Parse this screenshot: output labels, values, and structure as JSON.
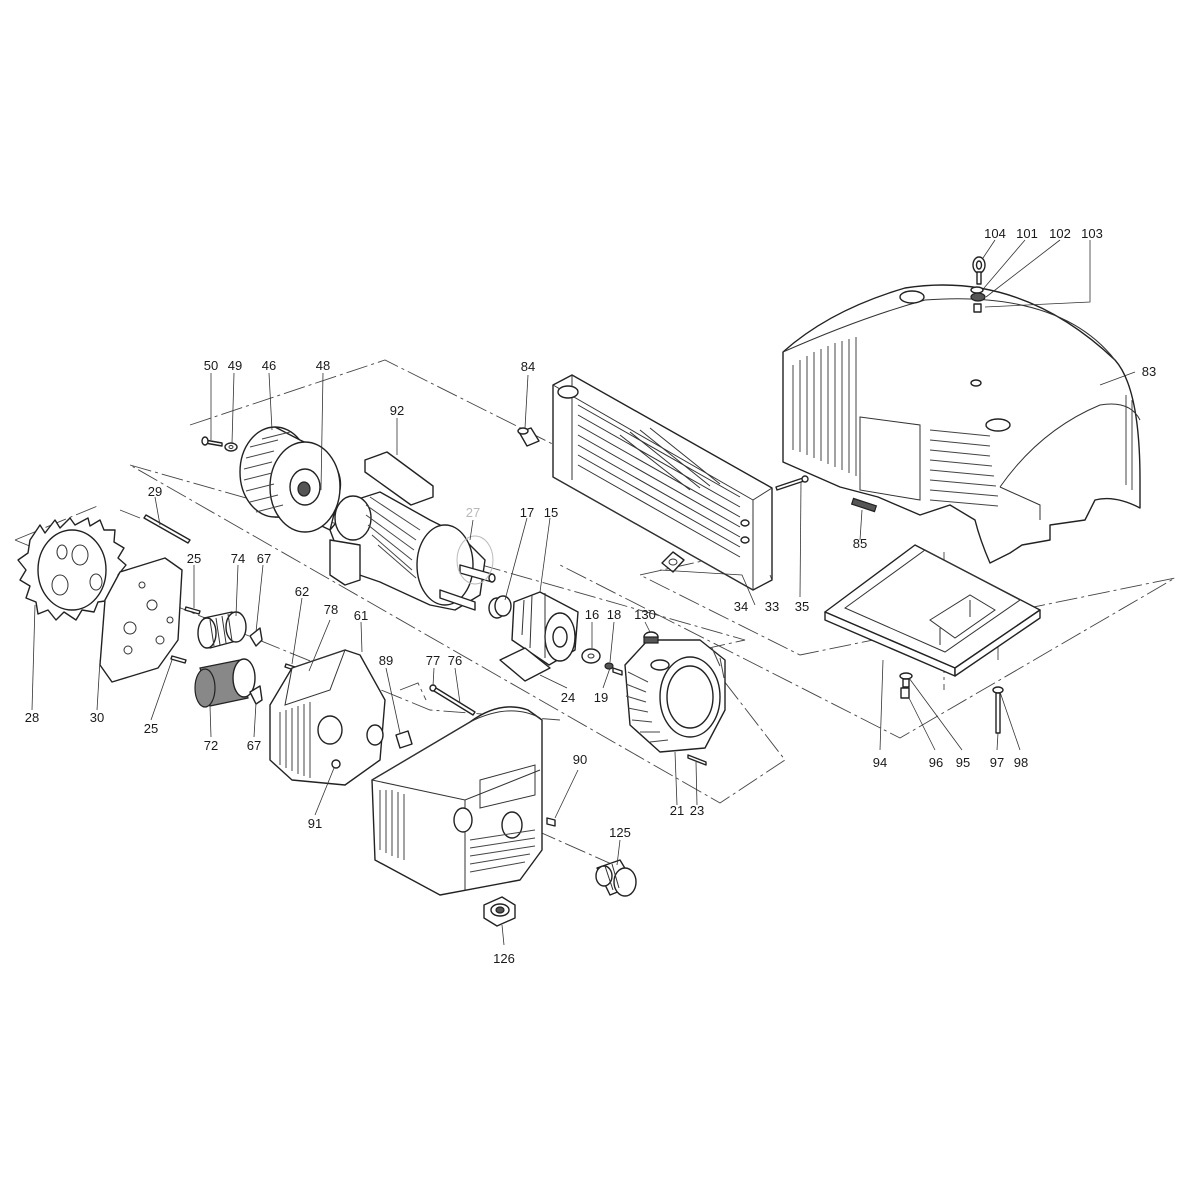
{
  "labels": {
    "p104": "104",
    "p101": "101",
    "p102": "102",
    "p103": "103",
    "p83": "83",
    "p84": "84",
    "p85": "85",
    "p50": "50",
    "p49": "49",
    "p46": "46",
    "p48": "48",
    "p92": "92",
    "p27": "27",
    "p17": "17",
    "p15": "15",
    "p29": "29",
    "p25a": "25",
    "p74": "74",
    "p67a": "67",
    "p62": "62",
    "p78": "78",
    "p61": "61",
    "p16": "16",
    "p18": "18",
    "p130": "130",
    "p34": "34",
    "p33": "33",
    "p35": "35",
    "p28": "28",
    "p30": "30",
    "p25b": "25",
    "p72": "72",
    "p67b": "67",
    "p89": "89",
    "p77": "77",
    "p76": "76",
    "p24": "24",
    "p19": "19",
    "p94": "94",
    "p96": "96",
    "p95": "95",
    "p97": "97",
    "p98": "98",
    "p91": "91",
    "p90": "90",
    "p21": "21",
    "p23": "23",
    "p125": "125",
    "p126": "126"
  },
  "colors": {
    "line": "#222222",
    "label": "#1a1a1a",
    "faded_label": "#b8b8b8",
    "background": "#ffffff"
  }
}
